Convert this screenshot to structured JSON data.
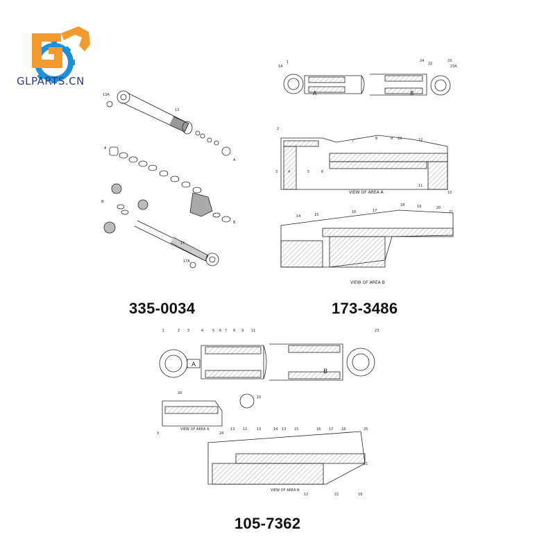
{
  "brand": {
    "name": "GLPARTS.CN",
    "colors": {
      "orange": "#f29a2e",
      "blue": "#1f8fd6",
      "text": "#2a3a8c"
    }
  },
  "diagrams": [
    {
      "part_number": "335-0034"
    },
    {
      "part_number": "173-3486",
      "views": [
        "VIEW OF AREA A",
        "VIEW OF AREA B"
      ]
    },
    {
      "part_number": "105-7362",
      "views": [
        "VIEW OF AREA A",
        "VIEW OF AREA B"
      ]
    }
  ],
  "callouts": {
    "d2_top": [
      "1",
      "1A",
      "24",
      "22",
      "23",
      "23A"
    ],
    "d2_areaA": [
      "2",
      "3",
      "4",
      "5",
      "6",
      "7",
      "8",
      "9",
      "10",
      "11",
      "12",
      "13"
    ],
    "d2_areaB": [
      "14",
      "15",
      "16",
      "17",
      "18",
      "19",
      "20",
      "21"
    ],
    "d3_top": [
      "1",
      "2",
      "3",
      "4",
      "5",
      "6",
      "7",
      "8",
      "9",
      "11",
      "23",
      "10"
    ],
    "d3_areaA": [
      "20",
      "3",
      "24"
    ],
    "d3_areaB": [
      "13",
      "12",
      "13",
      "14",
      "13",
      "15",
      "16",
      "17",
      "18",
      "25",
      "21",
      "19",
      "22",
      "12"
    ]
  }
}
